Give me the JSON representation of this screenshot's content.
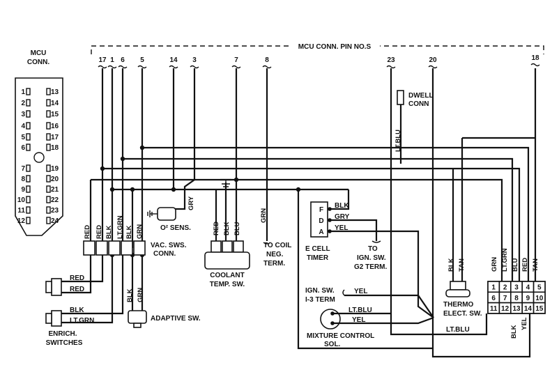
{
  "header": {
    "title": "MCU CONN. PIN NO.S",
    "pins": [
      "17",
      "1",
      "6",
      "5",
      "14",
      "3",
      "7",
      "8",
      "23",
      "20",
      "18"
    ]
  },
  "mcu_connector": {
    "title_line1": "MCU",
    "title_line2": "CONN.",
    "left_pins": [
      "1",
      "2",
      "3",
      "4",
      "5",
      "6",
      "7",
      "8",
      "9",
      "10",
      "11",
      "12"
    ],
    "right_pins": [
      "13",
      "14",
      "15",
      "16",
      "17",
      "18",
      "19",
      "20",
      "21",
      "22",
      "23",
      "24"
    ]
  },
  "vac_switches": {
    "label_line1": "VAC. SWS.",
    "label_line2": "CONN.",
    "wires": [
      "RED",
      "RED",
      "BLK",
      "LT.GRN",
      "BLK",
      "GRN"
    ]
  },
  "o2_sensor": {
    "label": "O² SENS.",
    "wire": "GRY"
  },
  "coolant": {
    "label_line1": "COOLANT",
    "label_line2": "TEMP. SW.",
    "wires": [
      "RED",
      "BLK",
      "BLU"
    ]
  },
  "coil": {
    "wire": "GRN",
    "label_line1": "TO COIL",
    "label_line2": "NEG.",
    "label_line3": "TERM."
  },
  "ecell": {
    "pins": [
      "F",
      "D",
      "A"
    ],
    "wires": [
      "BLK",
      "GRY",
      "YEL"
    ],
    "label_line1": "E CELL",
    "label_line2": "TIMER",
    "ign_line1": "TO",
    "ign_line2": "IGN. SW.",
    "ign_line3": "G2 TERM."
  },
  "dwell": {
    "label_line1": "DWELL",
    "label_line2": "CONN",
    "wire": "LT.BLU"
  },
  "ign13": {
    "label_line1": "IGN. SW.",
    "label_line2": "I-3 TERM",
    "wire": "YEL"
  },
  "mixture": {
    "wires": [
      "LT.BLU",
      "YEL"
    ],
    "label_line1": "MIXTURE CONTROL",
    "label_line2": "SOL."
  },
  "thermo": {
    "wires": [
      "BLK",
      "TAN"
    ],
    "label_line1": "THERMO",
    "label_line2": "ELECT. SW."
  },
  "enrich": {
    "wires_top": [
      "RED",
      "RED"
    ],
    "wires_bottom": [
      "BLK",
      "LT.GRN"
    ],
    "label_line1": "ENRICH.",
    "label_line2": "SWITCHES"
  },
  "adaptive": {
    "wires": [
      "BLK",
      "GRN"
    ],
    "label": "ADAPTIVE SW."
  },
  "terminal_block": {
    "top_wires": [
      "GRN",
      "LT.GRN",
      "BLU",
      "RED",
      "TAN"
    ],
    "rows": [
      [
        "1",
        "2",
        "3",
        "4",
        "5"
      ],
      [
        "6",
        "7",
        "8",
        "9",
        "10"
      ],
      [
        "11",
        "12",
        "13",
        "14",
        "15"
      ]
    ],
    "bottom_wires": [
      "BLK",
      "YEL"
    ],
    "ltblu": "LT.BLU"
  }
}
